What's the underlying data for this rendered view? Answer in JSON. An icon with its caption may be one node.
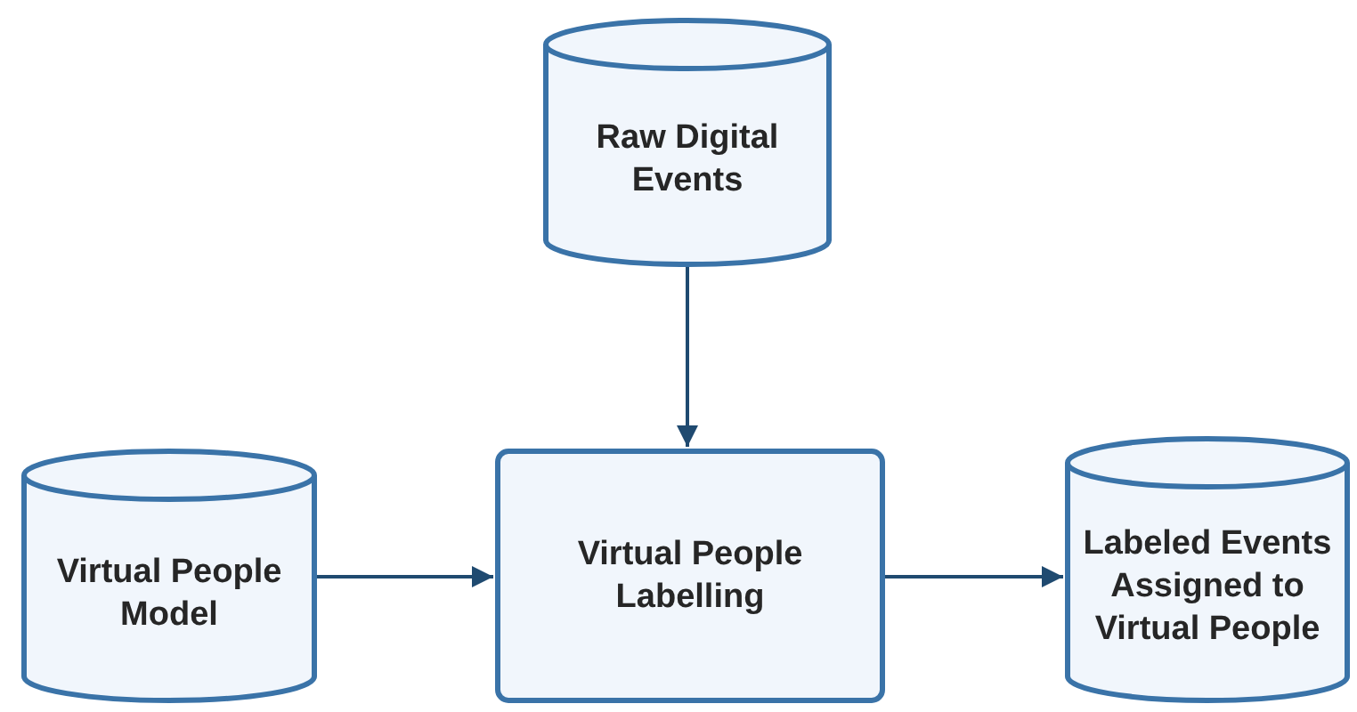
{
  "diagram": {
    "nodes": [
      {
        "text": [
          "Raw Digital Events"
        ]
      },
      {
        "text": [
          "Virtual People Model"
        ]
      },
      {
        "text": [
          "Virtual People Labelling"
        ]
      },
      {
        "text": [
          "Labeled Events Assigned to Virtual People"
        ]
      }
    ],
    "edges": [
      {
        "from": 0,
        "to": 2,
        "arrow": "to"
      },
      {
        "from": 1,
        "to": 2,
        "arrow": "to"
      },
      {
        "from": 2,
        "to": 3,
        "arrow": "to"
      }
    ]
  }
}
